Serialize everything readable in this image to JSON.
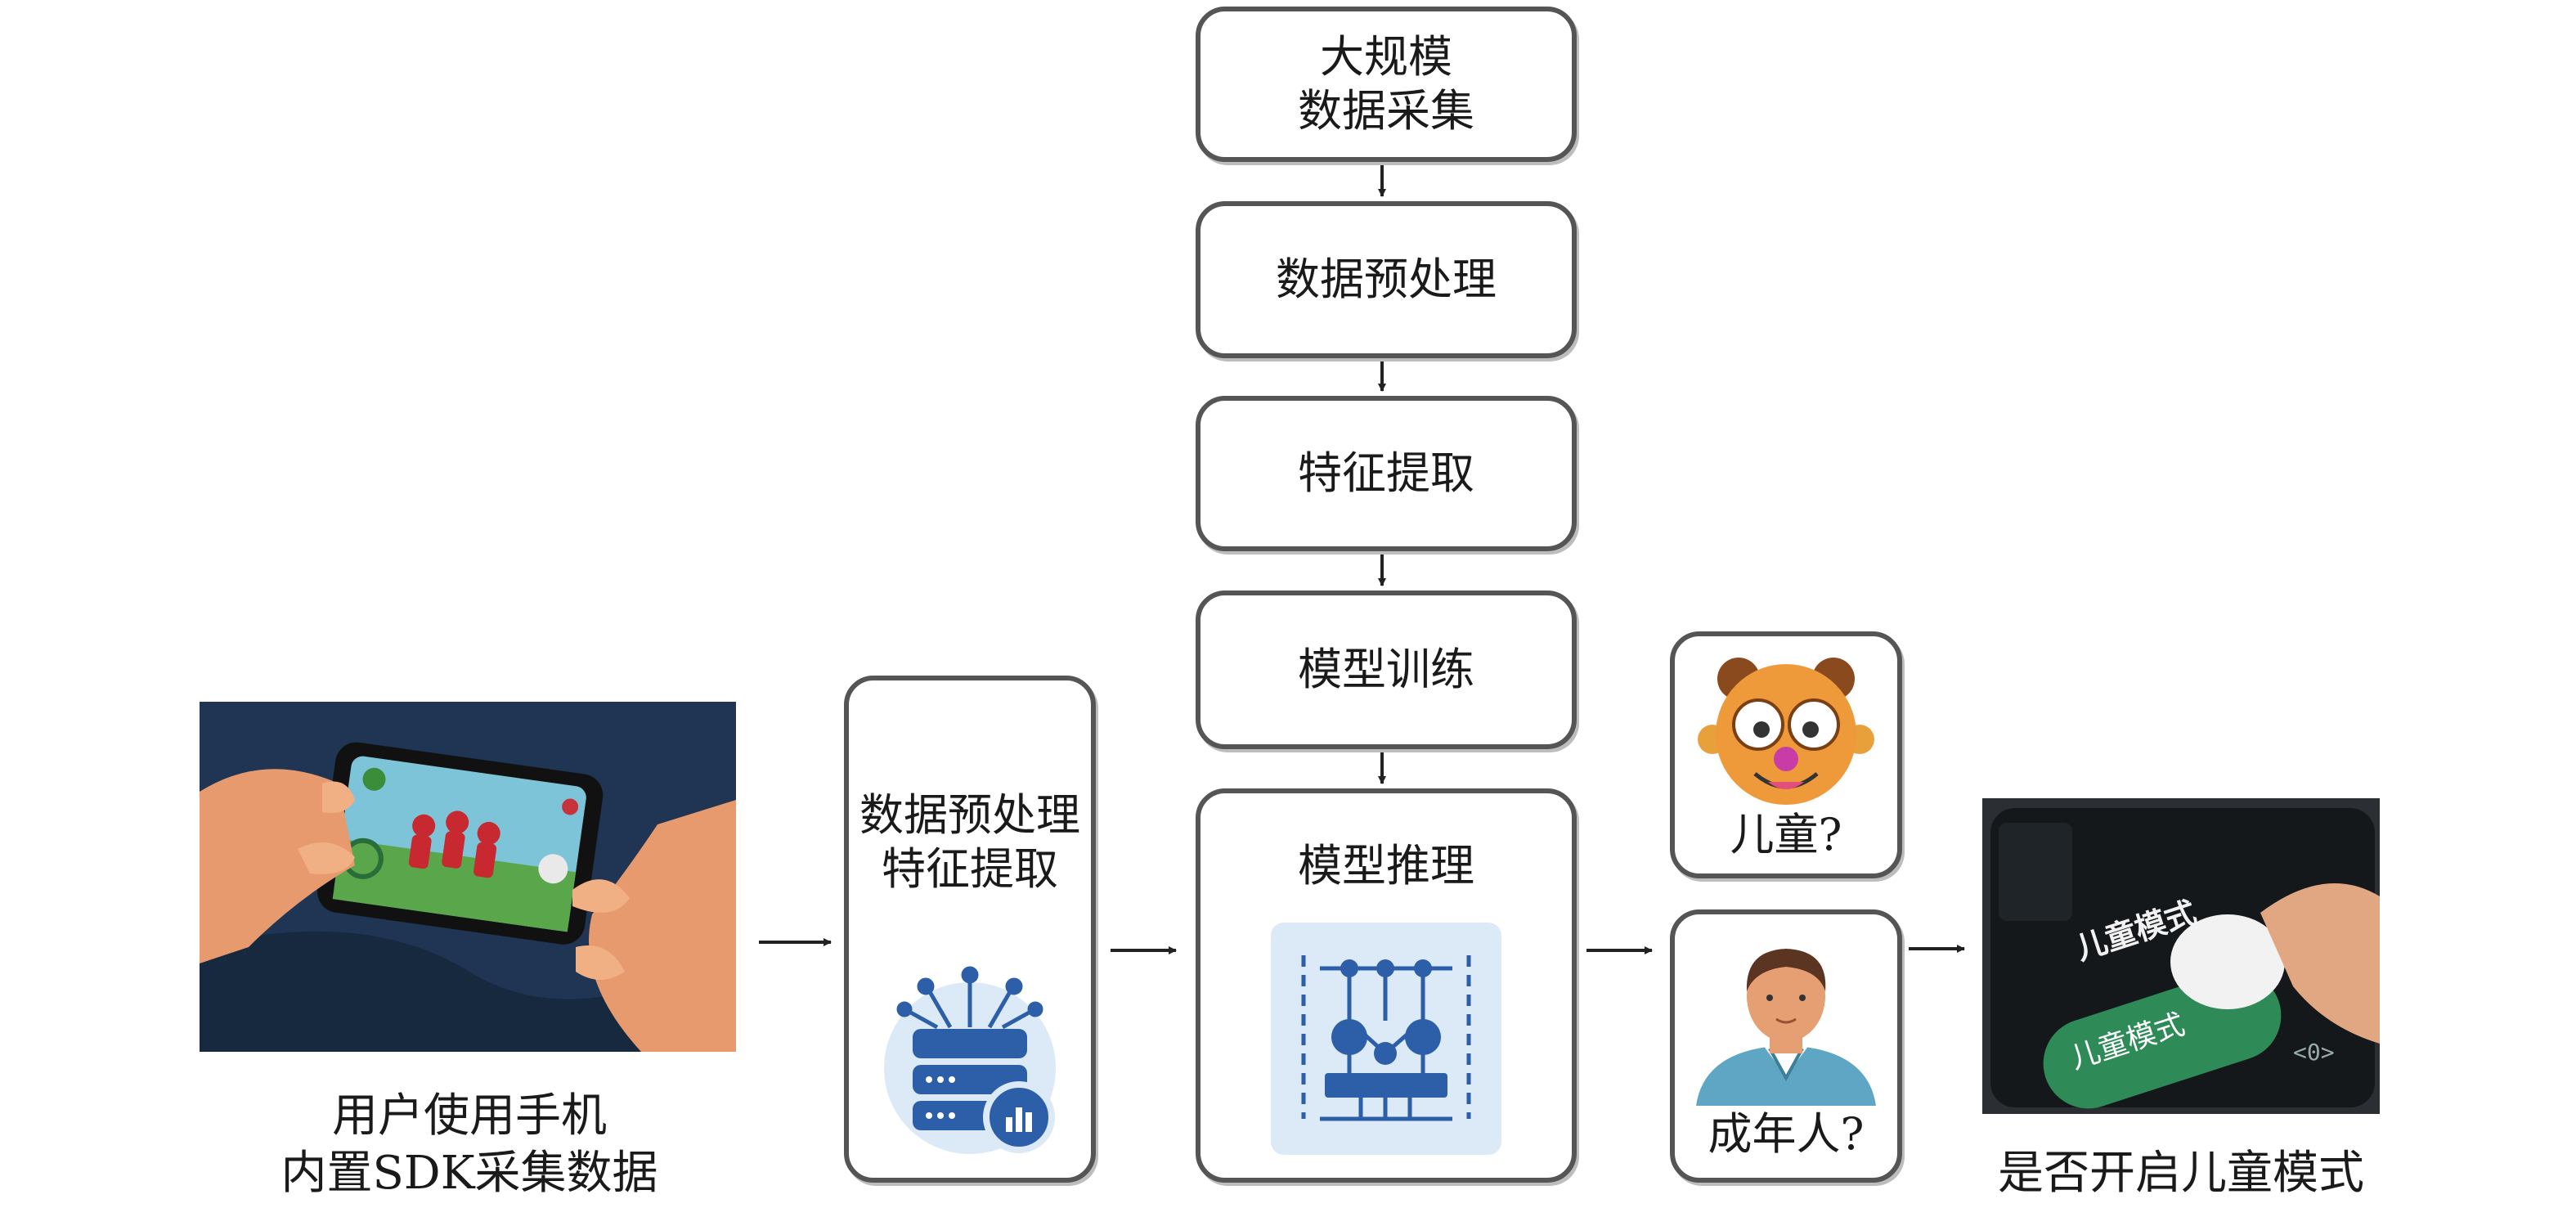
{
  "pipeline_steps": [
    {
      "lines": [
        "大规模",
        "数据采集"
      ]
    },
    {
      "lines": [
        "数据预处理"
      ]
    },
    {
      "lines": [
        "特征提取"
      ]
    },
    {
      "lines": [
        "模型训练"
      ]
    }
  ],
  "phone_caption": {
    "line1": "用户使用手机",
    "line2": "内置SDK采集数据"
  },
  "preprocess_box": {
    "line1": "数据预处理",
    "line2": "特征提取"
  },
  "inference_box": {
    "label": "模型推理"
  },
  "outcomes": {
    "child": "儿童?",
    "adult": "成年人?"
  },
  "phone_screen_labels": {
    "mode_title": "儿童模式",
    "mode_button": "儿童模式"
  },
  "result_caption": "是否开启儿童模式",
  "colors": {
    "box_border": "#555555",
    "arrow": "#222222",
    "icon_blue": "#2d5fa8",
    "icon_bg": "#dce9f7",
    "toggle_green": "#2e8b57"
  }
}
